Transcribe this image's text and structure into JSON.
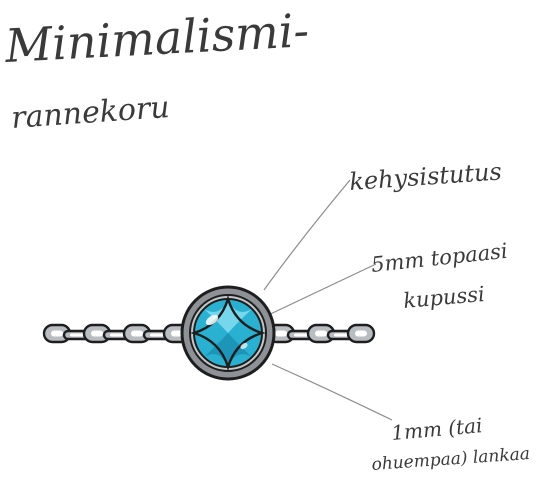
{
  "title": {
    "line1": "Minimalismi-",
    "line2": "rannekoru"
  },
  "labels": {
    "setting": "kehysistutus",
    "cabochon_line1": "5mm topaasi",
    "cabochon_line2": "kupussi",
    "wire_line1": "1mm (tai",
    "wire_line2": "ohuempaa) lankaa"
  },
  "colors": {
    "gem_light": "#8fe3f5",
    "gem_main": "#2ab0d0",
    "gem_dark": "#1583a8",
    "bezel": "#8e9196",
    "chain": "#b9bcc0",
    "outline": "#1e1e1e",
    "ink": "#3a3a3a"
  },
  "icons": {
    "bracelet": "bracelet-illustration",
    "gemstone": "topaz-cabochon-icon"
  }
}
